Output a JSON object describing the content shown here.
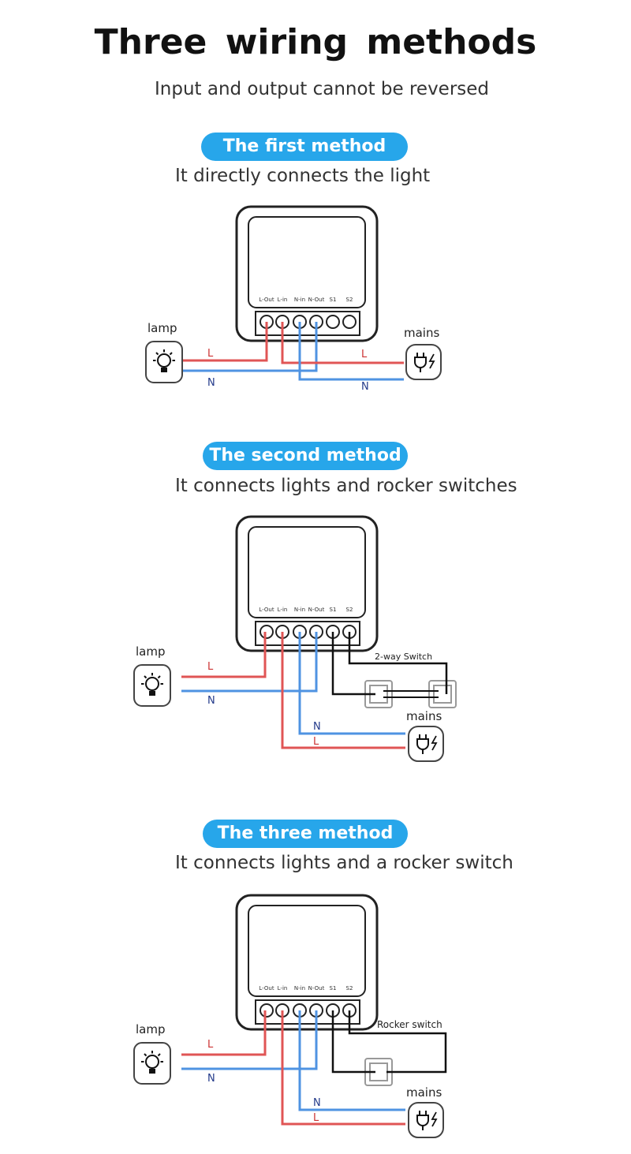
{
  "header": {
    "title": "Three  wiring methods",
    "subtitle": "Input and output cannot be reversed"
  },
  "terminals": [
    "L-Out",
    "L-in",
    "N-in",
    "N-Out",
    "S1",
    "S2"
  ],
  "labels": {
    "lamp": "lamp",
    "mains": "mains",
    "L": "L",
    "N": "N"
  },
  "colors": {
    "pill": "#27a6ea",
    "live": "#e05555",
    "neutral": "#4f93e2",
    "switch_wire": "#111111"
  },
  "methods": [
    {
      "title": "The first method",
      "description": "It directly connects the light",
      "switch_label": ""
    },
    {
      "title": "The second method",
      "description": "It connects lights and rocker switches",
      "switch_label": "2-way Switch"
    },
    {
      "title": "The three method",
      "description": "It connects lights and a rocker switch",
      "switch_label": "Rocker switch"
    }
  ]
}
